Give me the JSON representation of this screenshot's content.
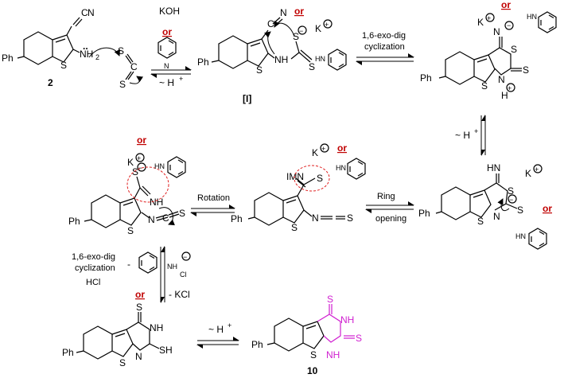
{
  "reagents": {
    "koh": "KOH",
    "or": "or",
    "minus_h": "~ H",
    "plus": "+",
    "minus": "−",
    "k": "K",
    "hcl": "HCl",
    "kcl": "- KCl",
    "dash_minus": "-",
    "cl": "Cl"
  },
  "labels": {
    "compound_2": "2",
    "intermediate_I": "[I]",
    "compound_10": "10",
    "cyclization_1": "1,6-exo-dig",
    "cyclization_2": "cyclization",
    "rotation": "Rotation",
    "ring": "Ring",
    "opening": "opening"
  },
  "atoms": {
    "ph": "Ph",
    "s": "S",
    "n": "N",
    "nh2": "NH",
    "nh2_sub": "2",
    "nh": "NH",
    "h": "H",
    "c": "C",
    "n_eq": "N",
    "hn": "HN",
    "hn_imine": "HN",
    "imine": "IMN",
    "cn_c": "C",
    "cn_n": "N",
    "sh": "SH",
    "n_h": "N",
    "lone_pair": ".."
  }
}
